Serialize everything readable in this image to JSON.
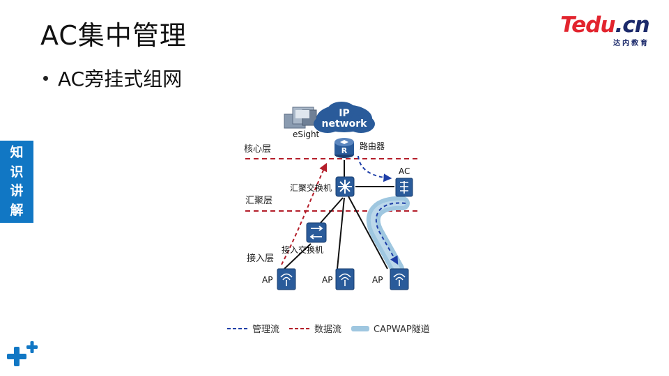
{
  "slide": {
    "title": "AC集中管理",
    "bullet": "AC旁挂式组网"
  },
  "logo": {
    "brand_main": "Tedu",
    "brand_suffix": ".cn",
    "tagline": "达内教育"
  },
  "side_tab": {
    "chars": [
      "知",
      "识",
      "讲",
      "解"
    ]
  },
  "diagram": {
    "cloud_label_line1": "IP",
    "cloud_label_line2": "network",
    "esight_label": "eSight",
    "router_label": "路由器",
    "core_layer_label": "核心层",
    "aggregation_layer_label": "汇聚层",
    "access_layer_label": "接入层",
    "agg_switch_label": "汇聚交换机",
    "access_switch_label": "接入交换机",
    "ac_label": "AC",
    "ap_labels": [
      "AP",
      "AP",
      "AP"
    ]
  },
  "legend": {
    "management_flow": "管理流",
    "data_flow": "数据流",
    "capwap_tunnel": "CAPWAP隧道"
  },
  "colors": {
    "accent_blue": "#1177c4",
    "device_blue": "#2a5b9a",
    "dash_red": "#b41e2a",
    "dash_blue": "#1f3fa8",
    "tunnel": "#9fc7e0",
    "logo_red": "#e2242e",
    "logo_navy": "#1c2a6b"
  }
}
